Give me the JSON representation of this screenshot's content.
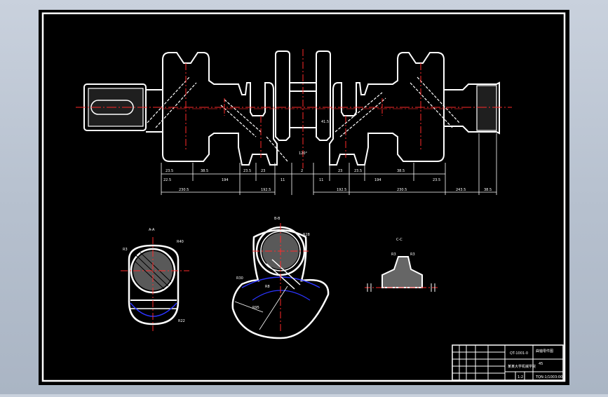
{
  "drawing": {
    "views": {
      "section_aa": "A-A",
      "section_bb": "B-B",
      "section_cc": "C-C"
    },
    "labels": {
      "r_aa_1": "R3",
      "r_aa_2": "R40",
      "r_aa_3": "R22",
      "r_bb_1": "R28",
      "r_bb_2": "R30",
      "r_bb_3": "R95",
      "r_bb_4": "R8",
      "r_cc_1": "R3",
      "r_cc_2": "R3",
      "angle": "120°",
      "center_len": "41.5"
    },
    "dims": {
      "d1": "23.5",
      "d2": "38.5",
      "d3": "23.5",
      "d4": "23",
      "d5": "2",
      "d6": "23",
      "d7": "23.5",
      "d8": "38.5",
      "d9": "23.5",
      "l1": "230.5",
      "l2": "194",
      "l3": "192.5",
      "l4": "11",
      "l5": "11",
      "l6": "192.5",
      "l7": "194",
      "l8": "230.5",
      "l9": "243.5",
      "l10": "38.5",
      "l11": "22.5"
    },
    "title_block": {
      "drawing_no": "QT-1001-0",
      "part_name": "曲轴零件图",
      "company": "某某大学机械学院",
      "material": "45",
      "scale": "1:2",
      "drawing_code": "TQN-1/1003-00"
    }
  }
}
